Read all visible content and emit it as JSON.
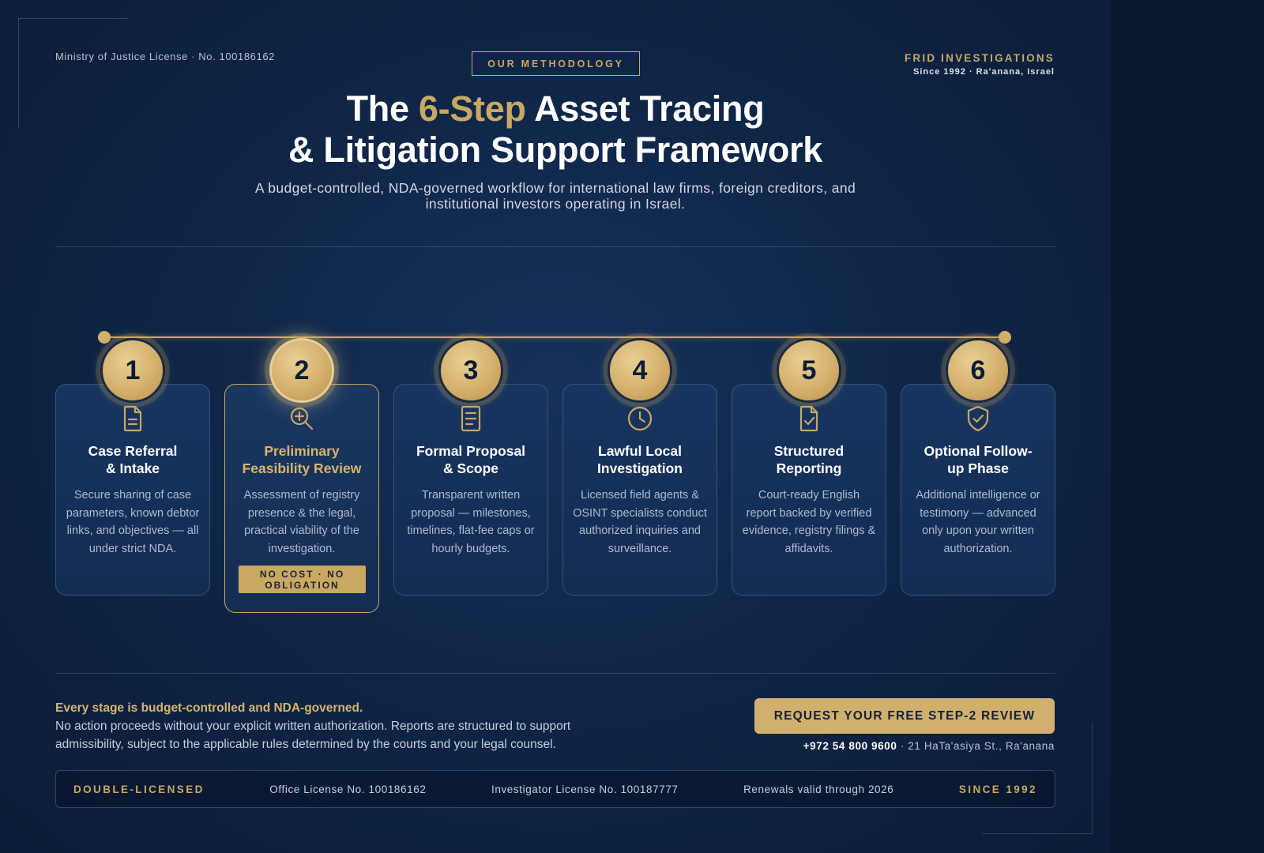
{
  "header": {
    "license_text": "Ministry of Justice License · No. 100186162",
    "badge": "OUR METHODOLOGY",
    "brand_name": "FRID INVESTIGATIONS",
    "brand_since": "Since 1992 · Ra'anana, Israel"
  },
  "hero": {
    "title_prefix": "The ",
    "title_accent": "6-Step",
    "title_suffix": " Asset Tracing",
    "title_line2": "& Litigation Support Framework",
    "subtitle": "A budget-controlled, NDA-governed workflow for international law firms, foreign creditors, and institutional investors operating in Israel."
  },
  "steps": [
    {
      "number": "1",
      "title_l1": "Case Referral",
      "title_l2": "& Intake",
      "icon": "document-icon",
      "description": "Secure sharing of case parameters, known debtor links, and objectives — all under strict NDA."
    },
    {
      "number": "2",
      "title_l1": "Preliminary",
      "title_l2": "Feasibility Review",
      "icon": "magnifier-plus-icon",
      "description": "Assessment of registry presence & the legal, practical viability of the investigation.",
      "tag": "NO COST · NO OBLIGATION"
    },
    {
      "number": "3",
      "title_l1": "Formal Proposal",
      "title_l2": "& Scope",
      "icon": "list-document-icon",
      "description": "Transparent written proposal — milestones, timelines, flat-fee caps or hourly budgets."
    },
    {
      "number": "4",
      "title_l1": "Lawful Local",
      "title_l2": "Investigation",
      "icon": "clock-icon",
      "description": "Licensed field agents & OSINT specialists conduct authorized inquiries and surveillance."
    },
    {
      "number": "5",
      "title_l1": "Structured",
      "title_l2": "Reporting",
      "icon": "check-document-icon",
      "description": "Court-ready English report backed by verified evidence, registry filings & affidavits."
    },
    {
      "number": "6",
      "title_l1": "Optional Follow-",
      "title_l2": "up Phase",
      "icon": "shield-check-icon",
      "description": "Additional intelligence or testimony — advanced only upon your written authorization."
    }
  ],
  "footer": {
    "strong": "Every stage is budget-controlled and NDA-governed.",
    "text": "No action proceeds without your explicit written authorization. Reports are structured to support admissibility, subject to the applicable rules determined by the courts and your legal counsel.",
    "cta": "REQUEST YOUR FREE STEP-2 REVIEW",
    "phone": "+972 54 800 9600",
    "address": " · 21 HaTa'asiya St., Ra'anana"
  },
  "bottom_bar": {
    "double_licensed": "DOUBLE-LICENSED",
    "office_license": "Office License No. 100186162",
    "investigator_license": "Investigator License No. 100187777",
    "renewals": "Renewals valid through 2026",
    "since": "SINCE 1992"
  },
  "colors": {
    "accent_gold": "#c9a862",
    "background_navy": "#0f2647"
  }
}
